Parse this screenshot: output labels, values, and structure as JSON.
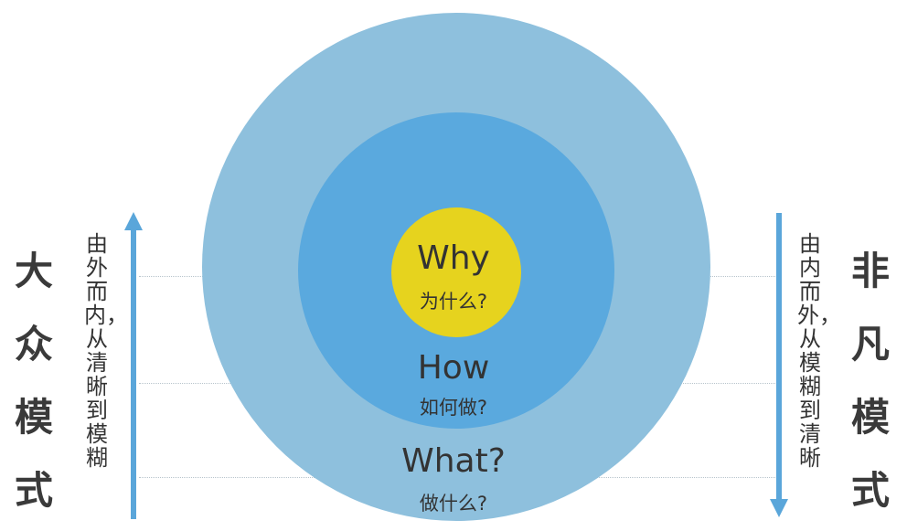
{
  "colors": {
    "outer": "#8ec0dd",
    "middle": "#5aa9de",
    "core": "#e6d31e",
    "arrow": "#5aa6da",
    "text": "#333333"
  },
  "left": {
    "title": "大众模式",
    "caption": "由外而内，从清晰到模糊"
  },
  "right": {
    "title": "非凡模式",
    "caption": "由内而外，从模糊到清晰"
  },
  "circles": {
    "why": {
      "title": "Why",
      "subtitle": "为什么?"
    },
    "how": {
      "title": "How",
      "subtitle": "如何做?"
    },
    "what": {
      "title": "What?",
      "subtitle": "做什么?"
    }
  }
}
